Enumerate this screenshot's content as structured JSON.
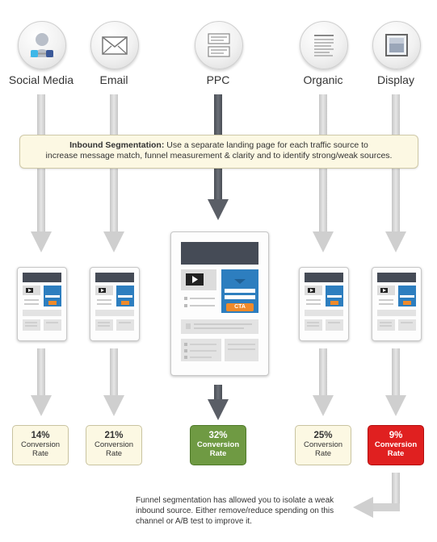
{
  "sources": [
    {
      "label": "Social Media",
      "icon": "social-media-icon"
    },
    {
      "label": "Email",
      "icon": "email-icon"
    },
    {
      "label": "PPC",
      "icon": "ppc-icon"
    },
    {
      "label": "Organic",
      "icon": "organic-icon"
    },
    {
      "label": "Display",
      "icon": "display-icon"
    }
  ],
  "callout": {
    "bold": "Inbound Segmentation:",
    "line1": " Use a separate landing page for each traffic source to",
    "line2": "increase message match, funnel measurement & clarity and to identify strong/weak sources."
  },
  "landing_page": {
    "cta_label": "CTA"
  },
  "rates": [
    {
      "pct": "14%",
      "label1": "Conversion",
      "label2": "Rate",
      "style": "plain"
    },
    {
      "pct": "21%",
      "label1": "Conversion",
      "label2": "Rate",
      "style": "plain"
    },
    {
      "pct": "32%",
      "label1": "Conversion",
      "label2": "Rate",
      "style": "green"
    },
    {
      "pct": "25%",
      "label1": "Conversion",
      "label2": "Rate",
      "style": "plain"
    },
    {
      "pct": "9%",
      "label1": "Conversion",
      "label2": "Rate",
      "style": "red"
    }
  ],
  "colors": {
    "arrow": "#d3d3d3",
    "arrow_dark": "#5a5e66",
    "positive": "#6f9a43",
    "negative": "#e02020"
  },
  "note": "Funnel segmentation has allowed you to isolate a weak inbound source. Either remove/reduce spending on this channel or A/B test to improve it."
}
